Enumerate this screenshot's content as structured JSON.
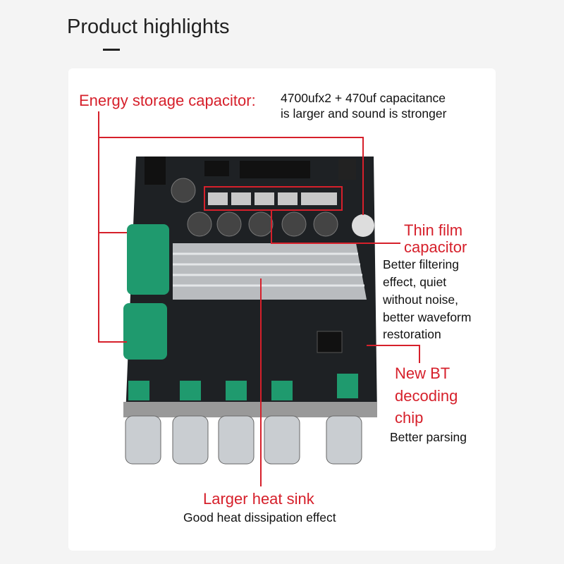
{
  "header": {
    "title": "Product highlights"
  },
  "callouts": {
    "capacitor": {
      "label": "Energy storage capacitor:",
      "desc_1": "4700ufx2 + 470uf capacitance",
      "desc_2": "is larger and sound is stronger"
    },
    "film": {
      "label_1": "Thin film",
      "label_2": "capacitor",
      "desc": [
        "Better filtering",
        "effect, quiet",
        "without noise,",
        "better waveform",
        "restoration"
      ]
    },
    "bt": {
      "label_1": "New BT",
      "label_2": "decoding",
      "label_3": "chip",
      "desc": "Better parsing"
    },
    "heatsink": {
      "label": "Larger heat sink",
      "desc": "Good heat dissipation effect"
    }
  },
  "colors": {
    "accent": "#d6202b",
    "board": "#1e2124",
    "capacitor": "#1f9a6e",
    "knob": "#c9cdd1"
  }
}
